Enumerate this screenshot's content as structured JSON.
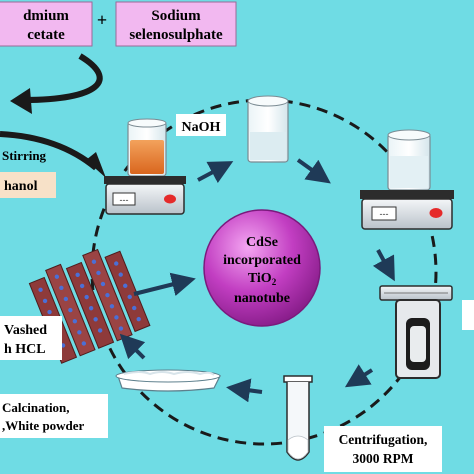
{
  "colors": {
    "background": "#6FDCE4",
    "reagent_box": "#F2B8F0",
    "label_box": "#FFFFFF",
    "solvent_box": "#F7E1C8",
    "center_sphere": "#C23EC2",
    "orange_solution": "#E8843A",
    "arrow": "#1F3A57"
  },
  "reagents": {
    "cadmium_line1": "dmium",
    "cadmium_line2": "cetate",
    "plus": "+",
    "sodium_line1": "Sodium",
    "sodium_line2": "selenosulphate"
  },
  "steps": {
    "stirring": "Stirring",
    "solvent": "hanol",
    "naoh": "NaOH",
    "washed_line1": "Vashed",
    "washed_line2": "h HCL",
    "calcination_line1": "Calcination,",
    "calcination_line2": ",White powder",
    "centrifugation_line1": "Centrifugation,",
    "centrifugation_line2": "3000 RPM"
  },
  "center": {
    "line1": "CdSe",
    "line2": "incorporated",
    "line3_main": "TiO",
    "line3_sub": "2",
    "line4": "nanotube"
  },
  "icons": [
    "stirrer-orange-beaker-icon",
    "beaker-icon",
    "stirrer-beaker-icon",
    "centrifuge-icon",
    "test-tube-icon",
    "petri-dish-icon",
    "nanotube-bundle-icon"
  ]
}
